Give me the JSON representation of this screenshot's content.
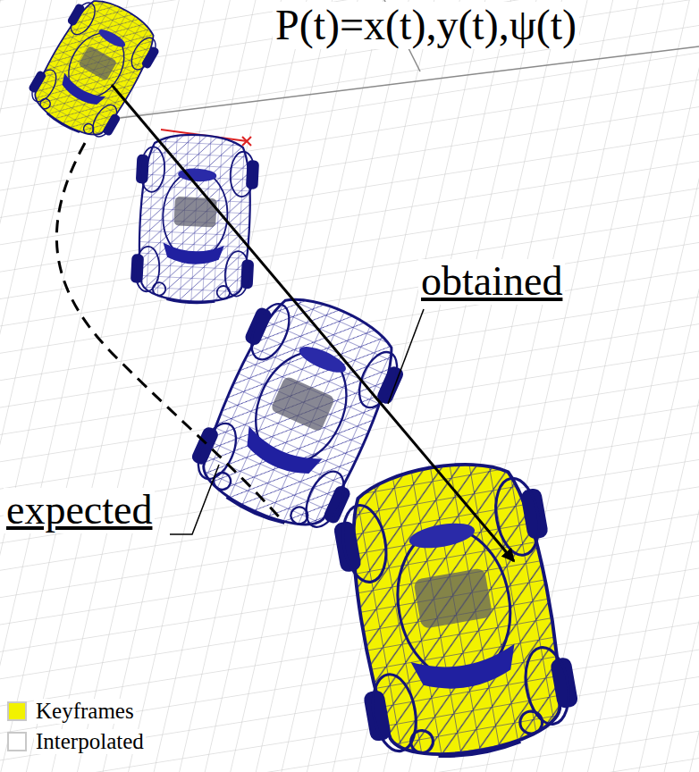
{
  "diagram": {
    "labels": [
      "P(t)=x(t),y(t),ψ(t)",
      "obtained",
      "expected"
    ],
    "legend": [
      {
        "text": "Keyframes",
        "color": "#f2f200"
      },
      {
        "text": "Interpolated",
        "color": "#ffffff"
      }
    ]
  }
}
